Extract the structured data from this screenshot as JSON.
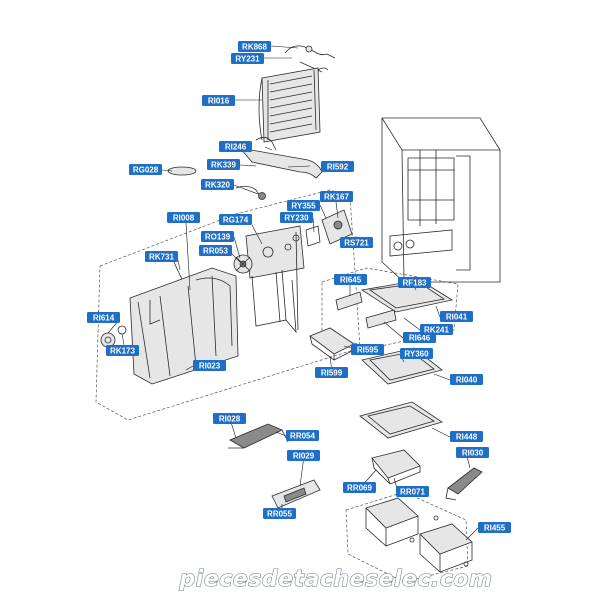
{
  "callouts": [
    "RK868",
    "RY231",
    "RI016",
    "RI246",
    "RG028",
    "RK339",
    "RI592",
    "RK320",
    "RY355",
    "RK167",
    "RY230",
    "RI008",
    "RG174",
    "RO139",
    "RS721",
    "RK731",
    "RR053",
    "RI645",
    "RF183",
    "RI614",
    "RI041",
    "RI646",
    "RK241",
    "RK173",
    "RI595",
    "RY360",
    "RI023",
    "RI599",
    "RI040",
    "RI448",
    "RI028",
    "RR054",
    "RI030",
    "RI029",
    "RR069",
    "RR071",
    "RI455",
    "RR055"
  ],
  "colors": {
    "callout_bg": "#1f6fc6",
    "callout_text": "#ffffff",
    "line": "#2b2b2b"
  },
  "watermark": "piecesdetacheselec.com"
}
